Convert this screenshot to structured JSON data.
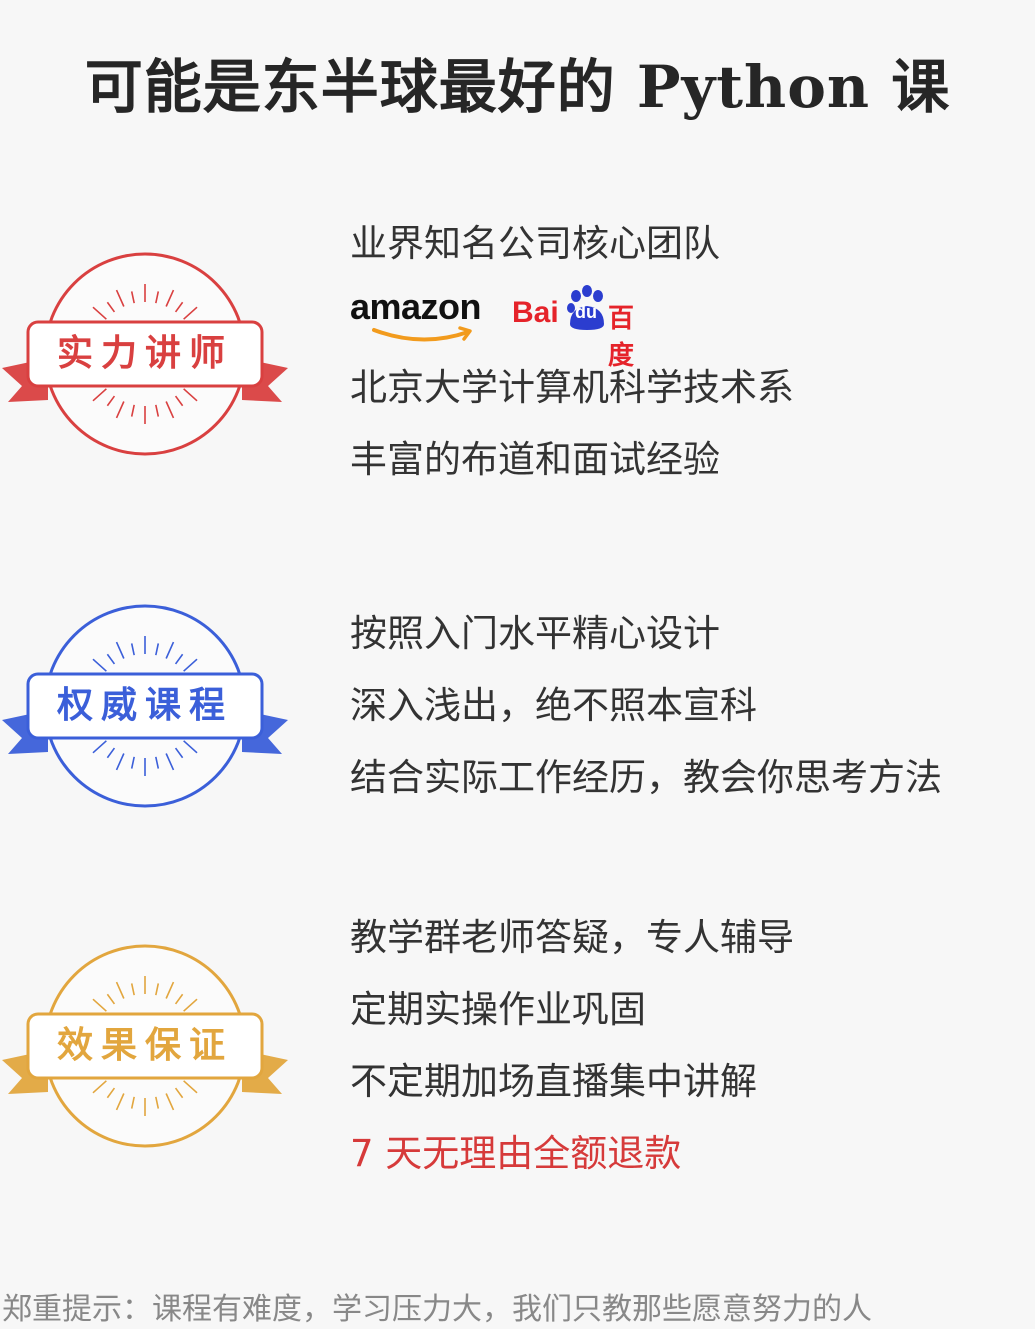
{
  "title": "可能是东半球最好的 Python 课",
  "sections": [
    {
      "badge": "实力讲师",
      "color": "#d94040",
      "lines": [
        "业界知名公司核心团队",
        "北京大学计算机科学技术系",
        "丰富的布道和面试经验"
      ],
      "logos": {
        "amazon": "amazon",
        "baidu_bai": "Bai",
        "baidu_du": "du",
        "baidu_cn": "百度"
      }
    },
    {
      "badge": "权威课程",
      "color": "#3b5fd9",
      "lines": [
        "按照入门水平精心设计",
        "深入浅出，绝不照本宣科",
        "结合实际工作经历，教会你思考方法"
      ]
    },
    {
      "badge": "效果保证",
      "color": "#e2a63e",
      "lines": [
        "教学群老师答疑，专人辅导",
        "定期实操作业巩固",
        "不定期加场直播集中讲解"
      ],
      "highlight": "7 天无理由全额退款",
      "highlight_color": "#d63a3a"
    }
  ],
  "footer": "郑重提示：课程有难度，学习压力大，我们只教那些愿意努力的人"
}
